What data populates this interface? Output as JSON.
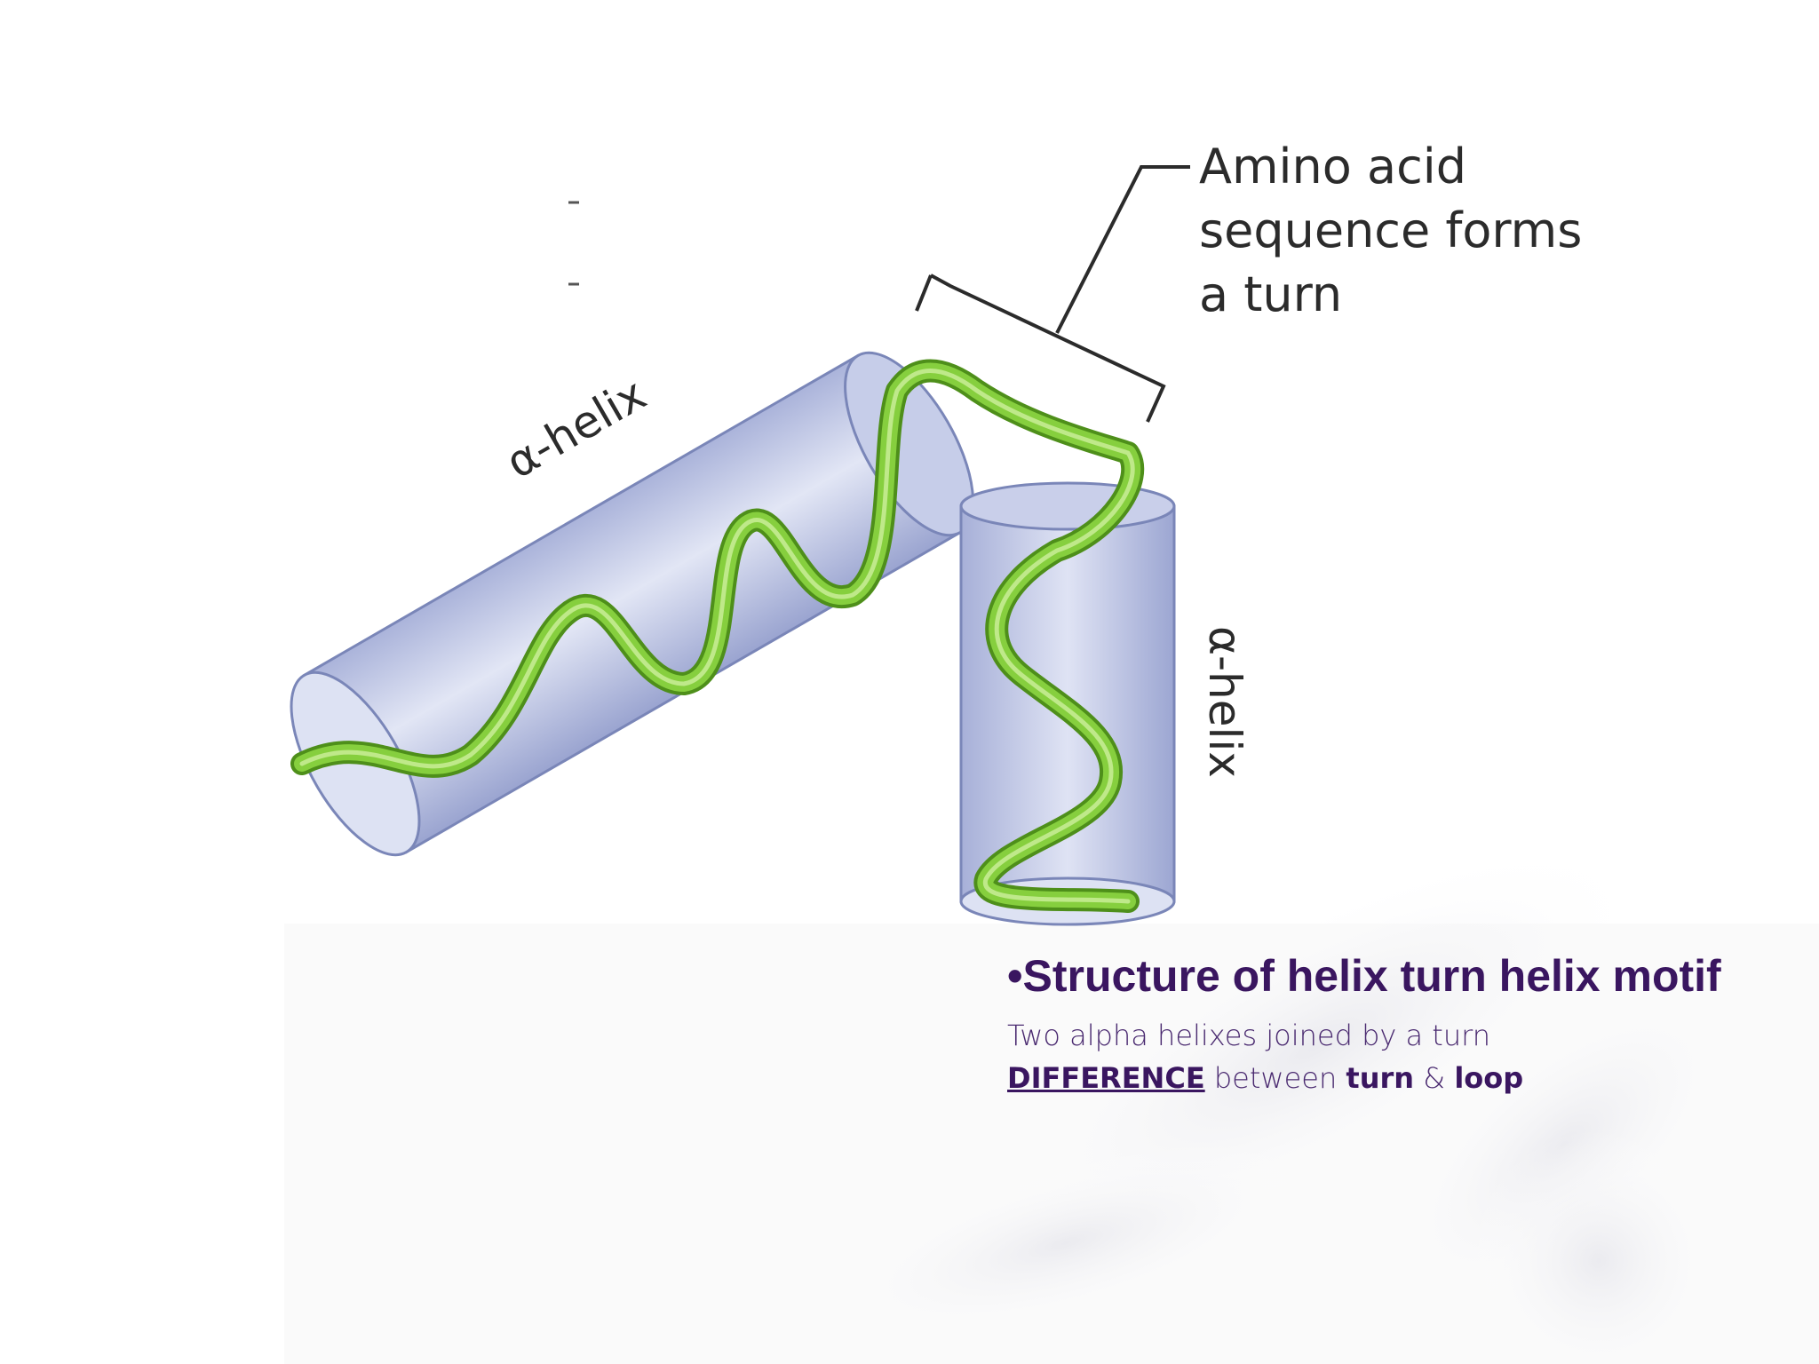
{
  "diagram": {
    "turn_label_lines": [
      "Amino acid",
      "sequence forms",
      "a turn"
    ],
    "helix_label_1": "α-helix",
    "helix_label_2": "α-helix"
  },
  "caption": {
    "bullet": "•",
    "title": "Structure of helix turn helix motif",
    "line1": "Two alpha helixes joined by a turn",
    "line2_keyword": "DIFFERENCE",
    "line2_mid": " between ",
    "line2_term1": "turn",
    "line2_amp": " & ",
    "line2_term2": "loop"
  },
  "colors": {
    "cylinder": "#bcc4e4",
    "cylinder_edge": "#7a86b8",
    "ribbon": "#7fc83a",
    "ribbon_dark": "#4e8f1a",
    "title": "#3a1660",
    "text": "#4a2a70"
  }
}
